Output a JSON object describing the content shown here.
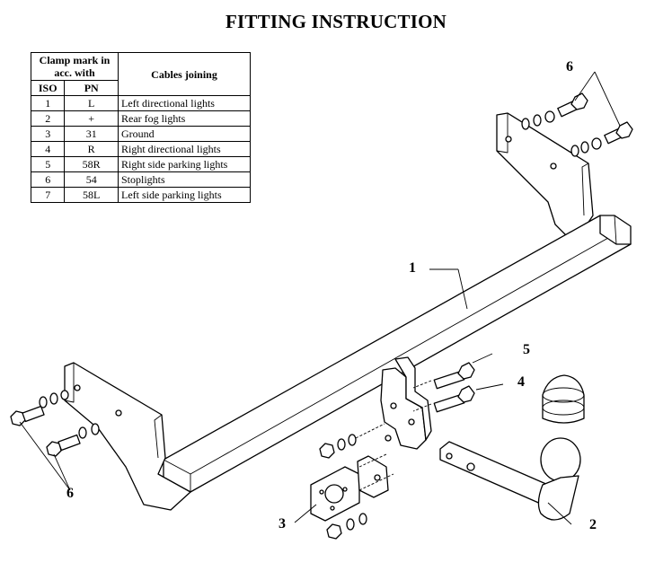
{
  "title": "FITTING INSTRUCTION",
  "table": {
    "header_clamp": "Clamp mark in acc. with",
    "header_cables": "Cables joining",
    "header_iso": "ISO",
    "header_pn": "PN",
    "rows": [
      {
        "iso": "1",
        "pn": "L",
        "desc": "Left directional lights"
      },
      {
        "iso": "2",
        "pn": "+",
        "desc": "Rear fog lights"
      },
      {
        "iso": "3",
        "pn": "31",
        "desc": "Ground"
      },
      {
        "iso": "4",
        "pn": "R",
        "desc": "Right directional lights"
      },
      {
        "iso": "5",
        "pn": "58R",
        "desc": "Right side parking lights"
      },
      {
        "iso": "6",
        "pn": "54",
        "desc": "Stoplights"
      },
      {
        "iso": "7",
        "pn": "58L",
        "desc": "Left side parking lights"
      }
    ]
  },
  "callouts": {
    "c1": "1",
    "c2": "2",
    "c3": "3",
    "c4": "4",
    "c5": "5",
    "c6_top": "6",
    "c6_bottom": "6"
  }
}
